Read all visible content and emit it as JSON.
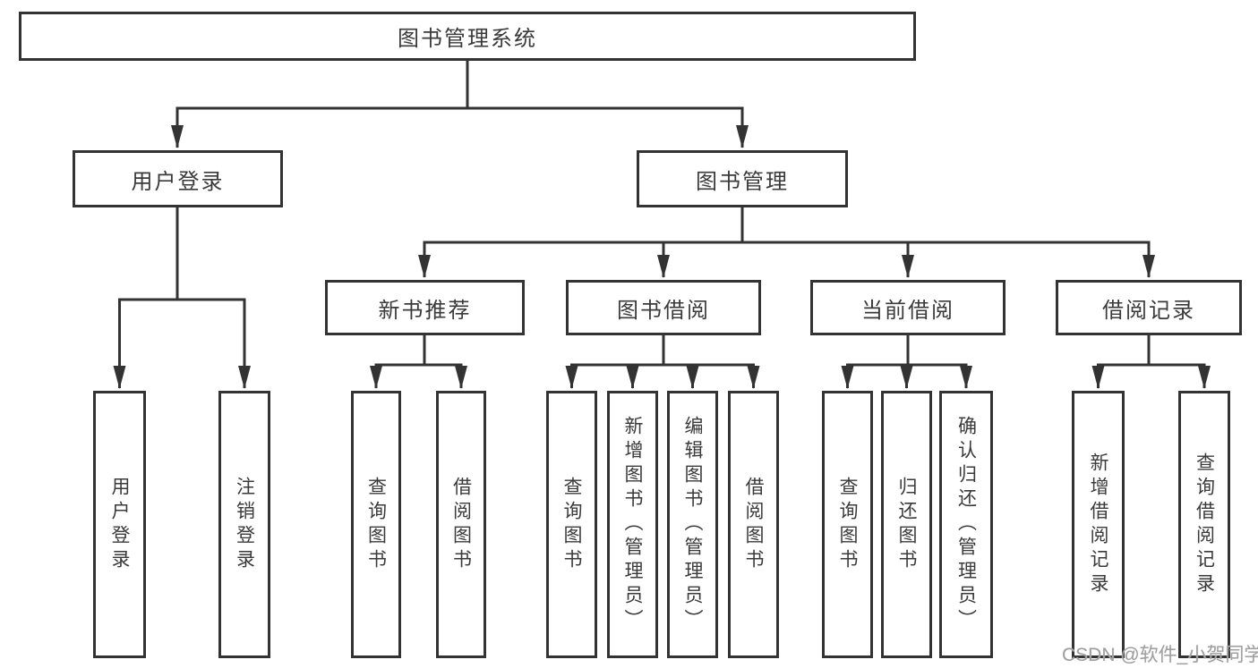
{
  "diagram_type": "hierarchy-tree",
  "colors": {
    "background": "#ffffff",
    "line": "#333333",
    "box_border": "#333333",
    "text": "#3a3a3a",
    "watermark": "#a0a0a0"
  },
  "tree": {
    "label": "图书管理系统",
    "children": [
      {
        "label": "用户登录",
        "children": [
          {
            "label": "用户登录"
          },
          {
            "label": "注销登录"
          }
        ]
      },
      {
        "label": "图书管理",
        "children": [
          {
            "label": "新书推荐",
            "children": [
              {
                "label": "查询图书"
              },
              {
                "label": "借阅图书"
              }
            ]
          },
          {
            "label": "图书借阅",
            "children": [
              {
                "label": "查询图书"
              },
              {
                "label": "新增图书（管理员）"
              },
              {
                "label": "编辑图书（管理员）"
              },
              {
                "label": "借阅图书"
              }
            ]
          },
          {
            "label": "当前借阅",
            "children": [
              {
                "label": "查询图书"
              },
              {
                "label": "归还图书"
              },
              {
                "label": "确认归还（管理员）"
              }
            ]
          },
          {
            "label": "借阅记录",
            "children": [
              {
                "label": "新增借阅记录"
              },
              {
                "label": "查询借阅记录"
              }
            ]
          }
        ]
      }
    ]
  },
  "watermark": "CSDN @软件_小贺同学"
}
